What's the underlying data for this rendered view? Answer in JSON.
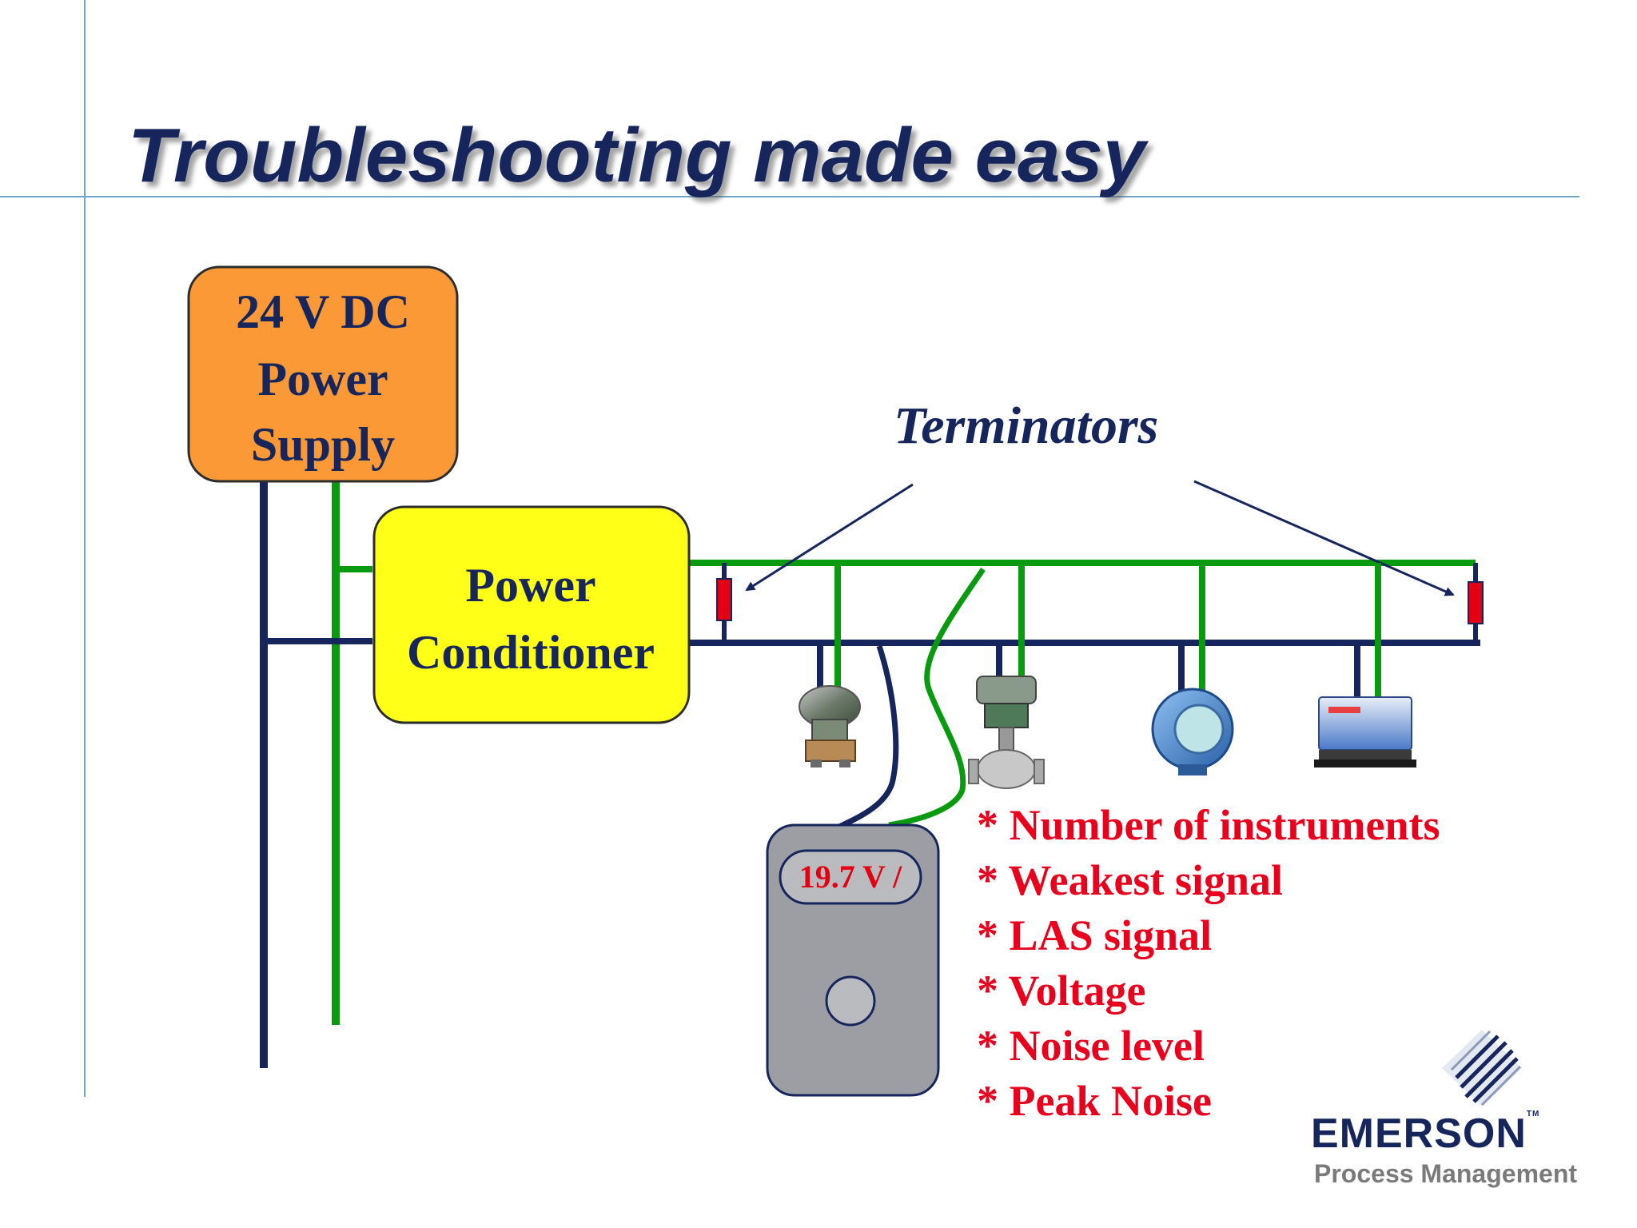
{
  "slide": {
    "title": "Troubleshooting made easy"
  },
  "diagram": {
    "power_supply": {
      "lines": [
        "24 V DC",
        "Power",
        "Supply"
      ],
      "fill_color": "#fb9937"
    },
    "power_conditioner": {
      "lines": [
        "Power",
        "Conditioner"
      ],
      "fill_color": "#ffff17"
    },
    "terminators_label": "Terminators",
    "meter": {
      "reading": "19.7 V /",
      "fill_color": "#9c9ea3"
    },
    "wire_colors": {
      "positive": "#0a9a10",
      "negative": "#16265c",
      "terminator": "#e40013"
    },
    "devices": [
      {
        "name": "pressure-transmitter-icon"
      },
      {
        "name": "control-valve-icon"
      },
      {
        "name": "temperature-transmitter-icon"
      },
      {
        "name": "io-module-icon"
      }
    ]
  },
  "diagnostics": {
    "items": [
      "* Number of instruments",
      "* Weakest signal",
      "* LAS signal",
      "* Voltage",
      "* Noise level",
      "* Peak Noise"
    ]
  },
  "brand": {
    "name": "EMERSON",
    "trademark": "TM",
    "subtitle": "Process Management",
    "primary_color": "#16265c"
  }
}
